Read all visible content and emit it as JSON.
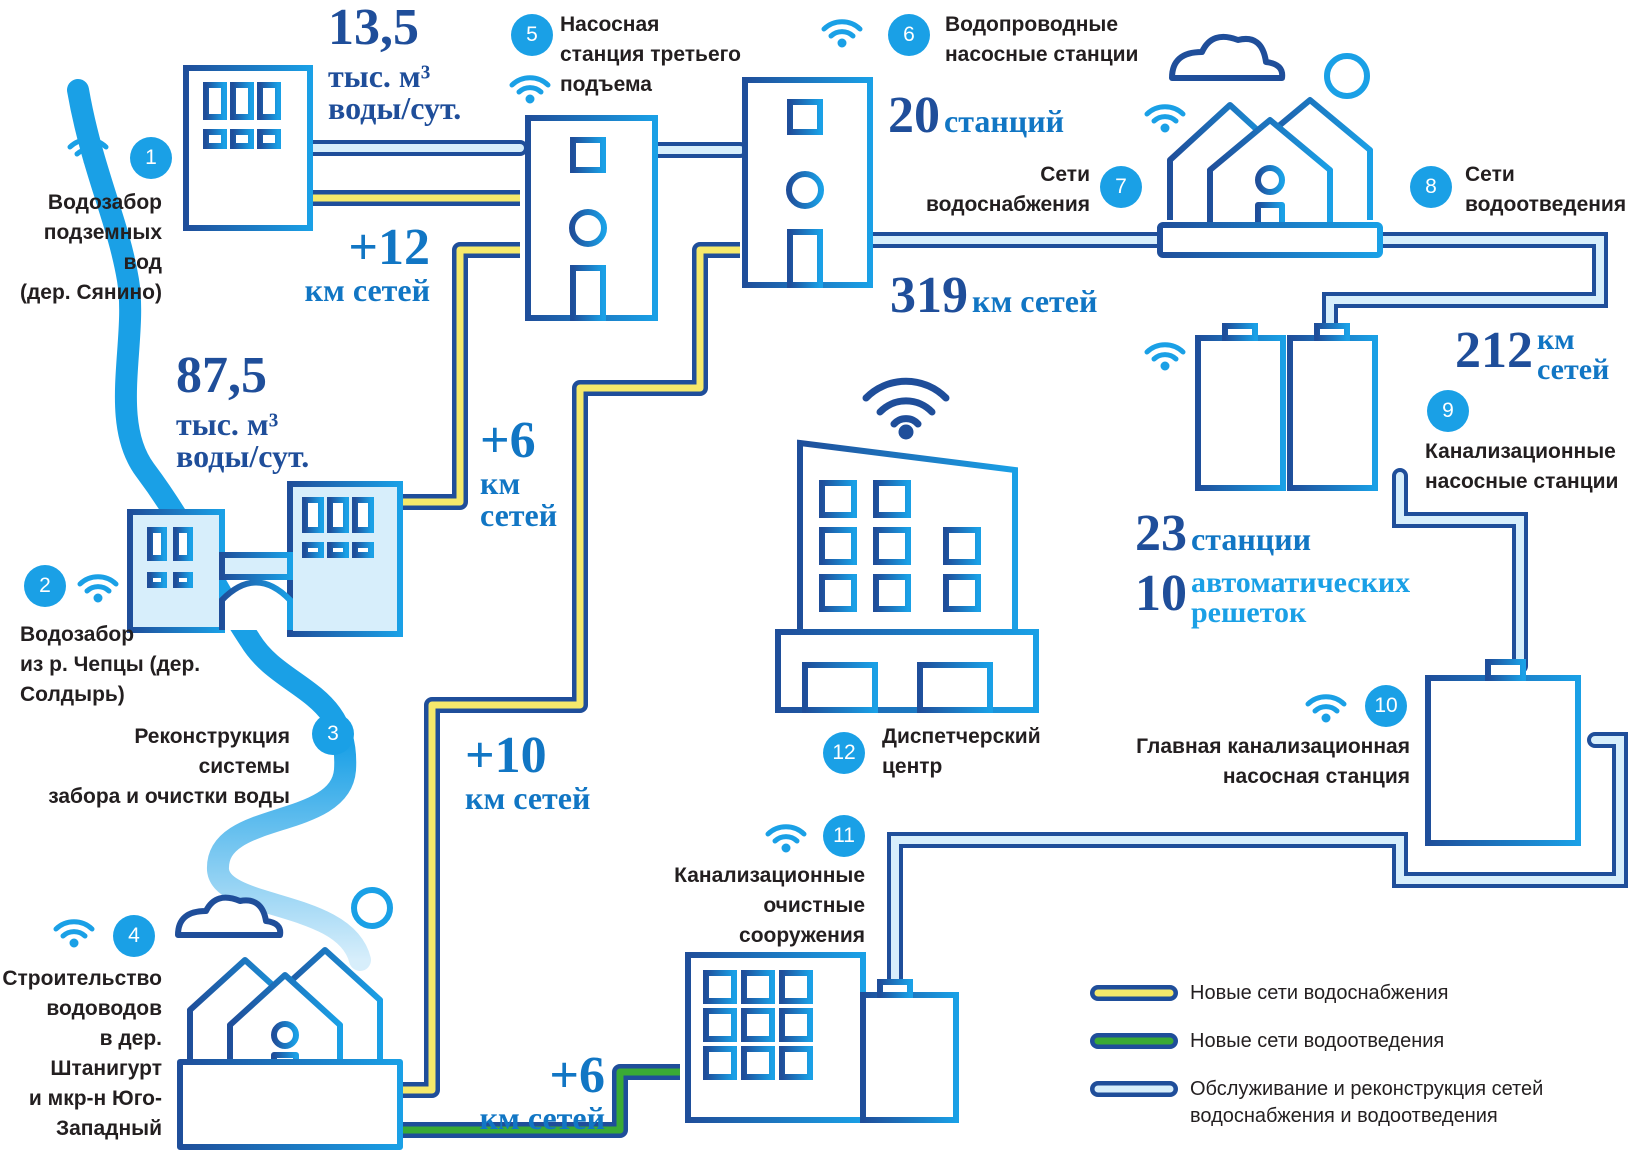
{
  "stages": [
    {
      "number": "1",
      "label": "Водозабор\nподземных вод\n(дер. Сянино)"
    },
    {
      "number": "2",
      "label": "Водозабор\nиз р. Чепцы (дер. Солдырь)"
    },
    {
      "number": "3",
      "label": "Реконструкция системы\nзабора и очистки воды"
    },
    {
      "number": "4",
      "label": "Строительство\nводоводов\nв дер. Штанигурт\nи мкр-н Юго-\nЗападный"
    },
    {
      "number": "5",
      "label": "Насосная\nстанция третьего\nподъема"
    },
    {
      "number": "6",
      "label": "Водопроводные\nнасосные станции"
    },
    {
      "number": "7",
      "label": "Сети\nводоснабжения"
    },
    {
      "number": "8",
      "label": "Сети\nводоотведения"
    },
    {
      "number": "9",
      "label": "Канализационные\nнасосные станции"
    },
    {
      "number": "10",
      "label": "Главная канализационная\nнасосная станция"
    },
    {
      "number": "11",
      "label": "Канализационные\nочистные\nсооружения"
    },
    {
      "number": "12",
      "label": "Диспетчерский\nцентр"
    }
  ],
  "stats": {
    "syanino_capacity": {
      "value": "13,5",
      "unit_line1": "тыс. м³",
      "unit_line2": "воды/сут."
    },
    "soldyr_capacity": {
      "value": "87,5",
      "unit_line1": "тыс. м³",
      "unit_line2": "воды/сут."
    },
    "net_12": {
      "value": "+12",
      "unit": "км сетей"
    },
    "net_6_upper": {
      "value": "+6",
      "unit_line1": "км",
      "unit_line2": "сетей"
    },
    "net_10": {
      "value": "+10",
      "unit": "км сетей"
    },
    "net_6_lower": {
      "value": "+6",
      "unit": "км сетей"
    },
    "pump_stations": {
      "value": "20",
      "unit": "станций"
    },
    "supply_network": {
      "value": "319",
      "unit": "км сетей"
    },
    "sewer_network": {
      "value": "212",
      "unit_line1": "км",
      "unit_line2": "сетей"
    },
    "sewer_stations": {
      "value": "23",
      "unit": "станции"
    },
    "screens": {
      "value": "10",
      "unit_line1": "автоматических",
      "unit_line2": "решеток"
    }
  },
  "legend": [
    {
      "label": "Новые сети водоснабжения",
      "color": "#f5e96b"
    },
    {
      "label": "Новые сети водоотведения",
      "color": "#3aaa35"
    },
    {
      "label": "Обслуживание и реконструкция сетей\nводоснабжения и водоотведения",
      "color": "#d7eefb"
    }
  ],
  "colors": {
    "dark_blue": "#1f4e9a",
    "mid_blue": "#1176c4",
    "light_blue": "#1aa0e6",
    "river": "#1aa0e6",
    "pale": "#d7eefb",
    "yellow": "#f5e96b",
    "green": "#3aaa35"
  }
}
